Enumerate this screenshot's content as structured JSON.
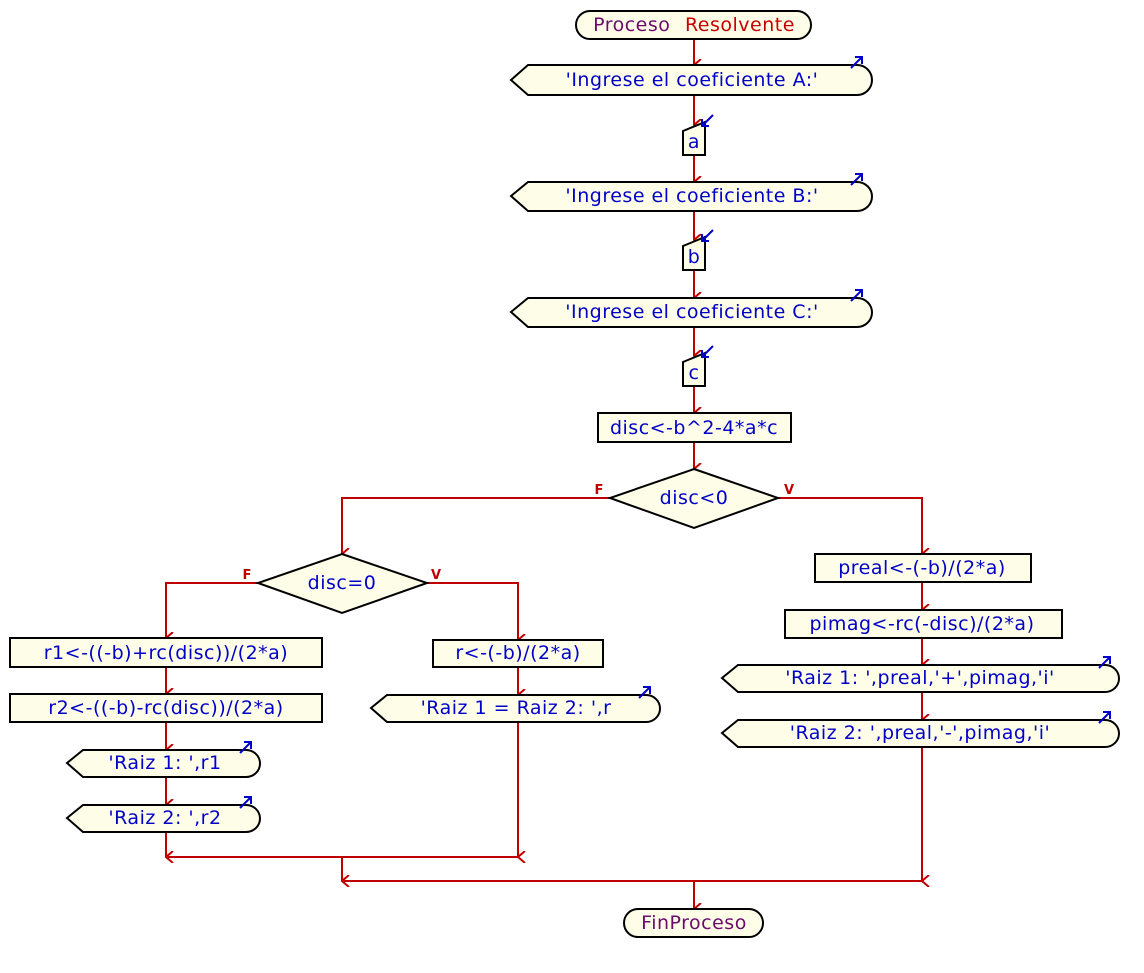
{
  "flowchart": {
    "start": {
      "keyword": "Proceso",
      "name": "Resolvente"
    },
    "end": {
      "keyword": "FinProceso"
    },
    "steps": {
      "out_a": "'Ingrese el coeficiente A:'",
      "in_a": "a",
      "out_b": "'Ingrese el coeficiente B:'",
      "in_b": "b",
      "out_c": "'Ingrese el coeficiente C:'",
      "in_c": "c",
      "calc_disc": "disc<-b^2-4*a*c",
      "cond_neg": "disc<0",
      "cond_zero": "disc=0",
      "calc_r1": "r1<-((-b)+rc(disc))/(2*a)",
      "calc_r2": "r2<-((-b)-rc(disc))/(2*a)",
      "out_r1": "'Raiz 1: ',r1",
      "out_r2": "'Raiz 2: ',r2",
      "calc_r": "r<-(-b)/(2*a)",
      "out_r": "'Raiz 1 = Raiz 2: ',r",
      "calc_preal": "preal<-(-b)/(2*a)",
      "calc_pimag": "pimag<-rc(-disc)/(2*a)",
      "out_c1": "'Raiz 1: ',preal,'+',pimag,'i'",
      "out_c2": "'Raiz 2: ',preal,'-',pimag,'i'"
    },
    "branch_labels": {
      "false": "F",
      "true": "V"
    }
  },
  "colors": {
    "node_fill": "#fefde8",
    "node_stroke": "#000000",
    "edge": "#c00000",
    "text": "#0000c8",
    "keyword": "#6a0a6a",
    "process_name": "#c80000"
  }
}
